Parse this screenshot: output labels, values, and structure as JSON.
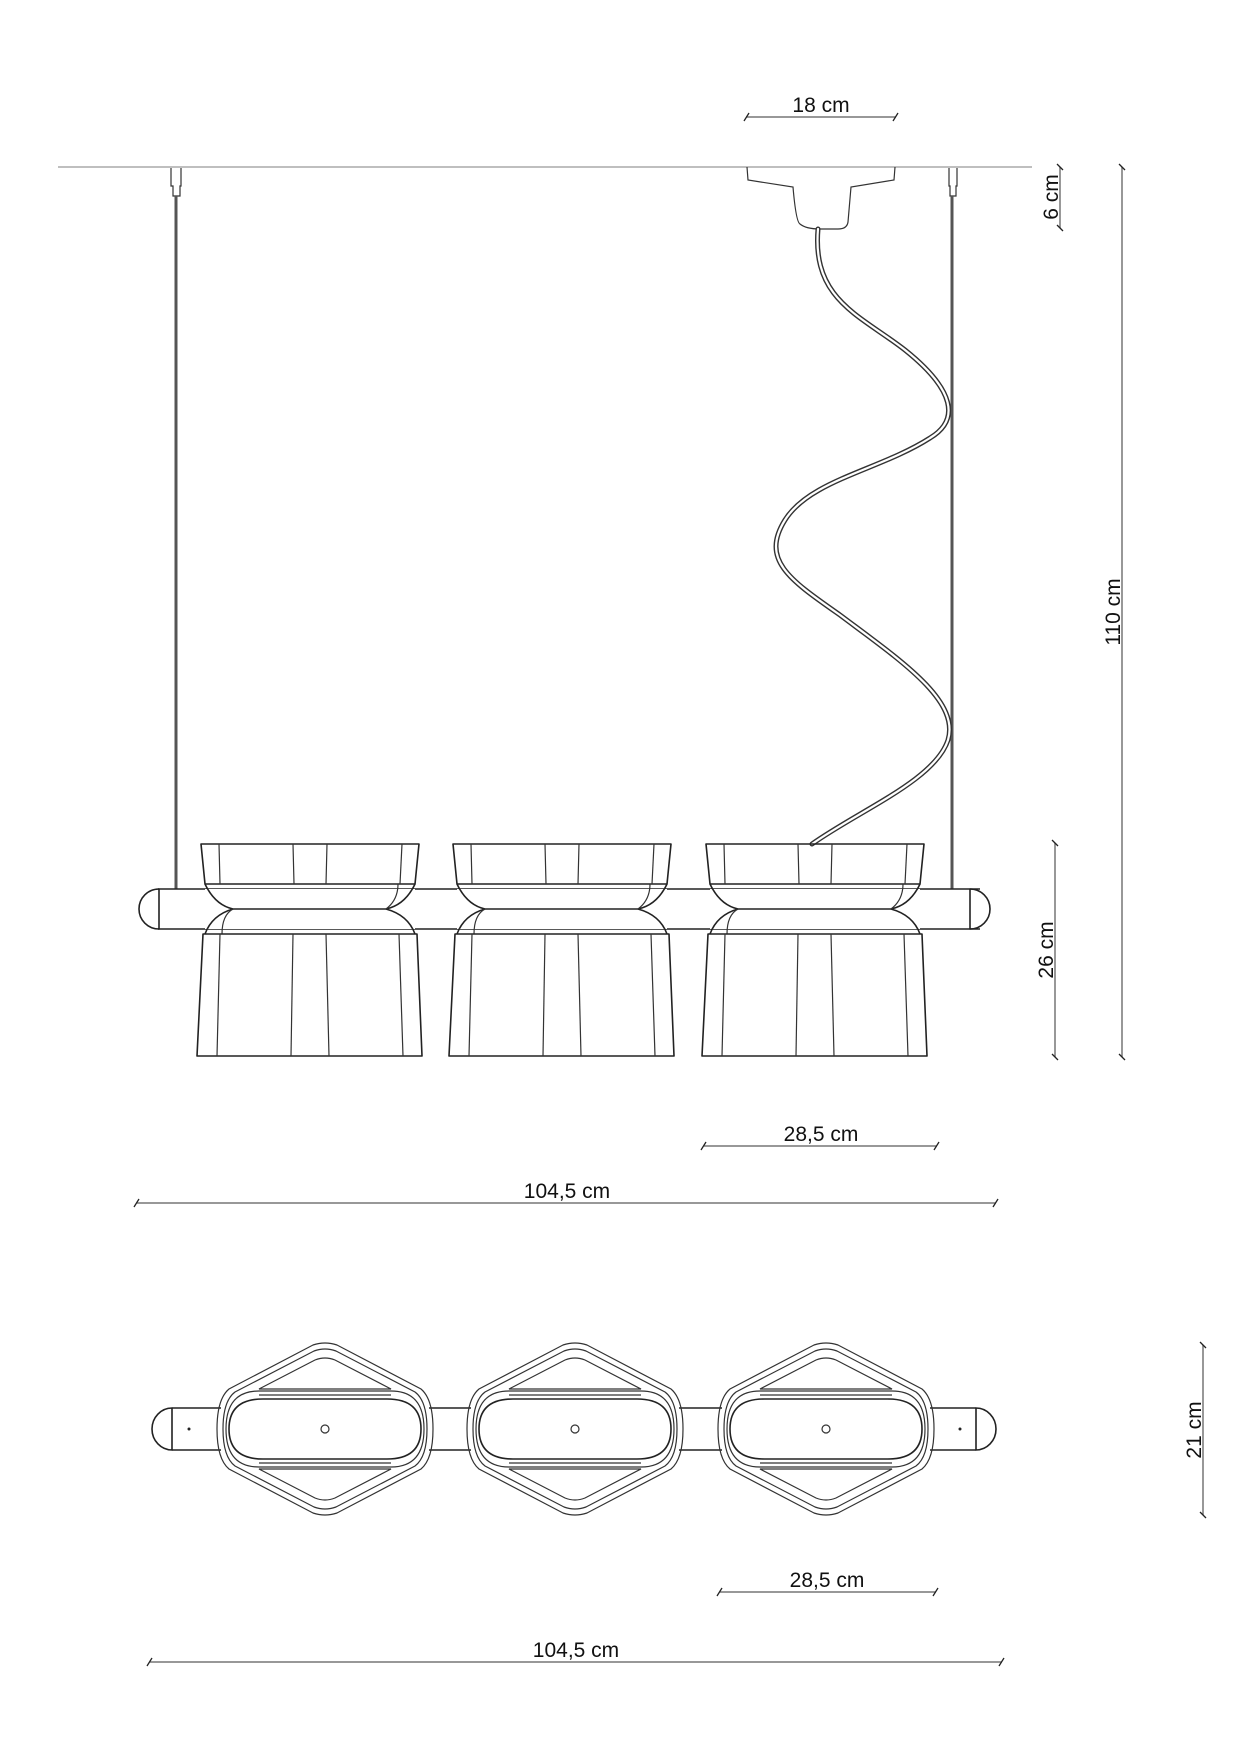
{
  "drawing": {
    "title": "Linear 3-light pendant lamp – technical drawing",
    "views": [
      "front-elevation",
      "plan-view"
    ]
  },
  "dimensions": {
    "canopy_width": "18 cm",
    "canopy_height": "6 cm",
    "total_height": "110 cm",
    "shade_height": "26 cm",
    "shade_width_front": "28,5 cm",
    "total_width_front": "104,5 cm",
    "plan_depth": "21 cm",
    "shade_width_plan": "28,5 cm",
    "total_width_plan": "104,5 cm"
  },
  "front_view": {
    "shade_count": 3,
    "shade_centers_x": [
      310,
      562,
      815
    ],
    "wires_x": [
      176,
      952
    ]
  },
  "plan_view": {
    "shade_count": 3,
    "diamond_centers_x": [
      325,
      575,
      826
    ]
  },
  "colors": {
    "line": "#222222",
    "dimension_line": "#777777",
    "ceiling_line": "#aaaaaa",
    "background": "#ffffff"
  }
}
